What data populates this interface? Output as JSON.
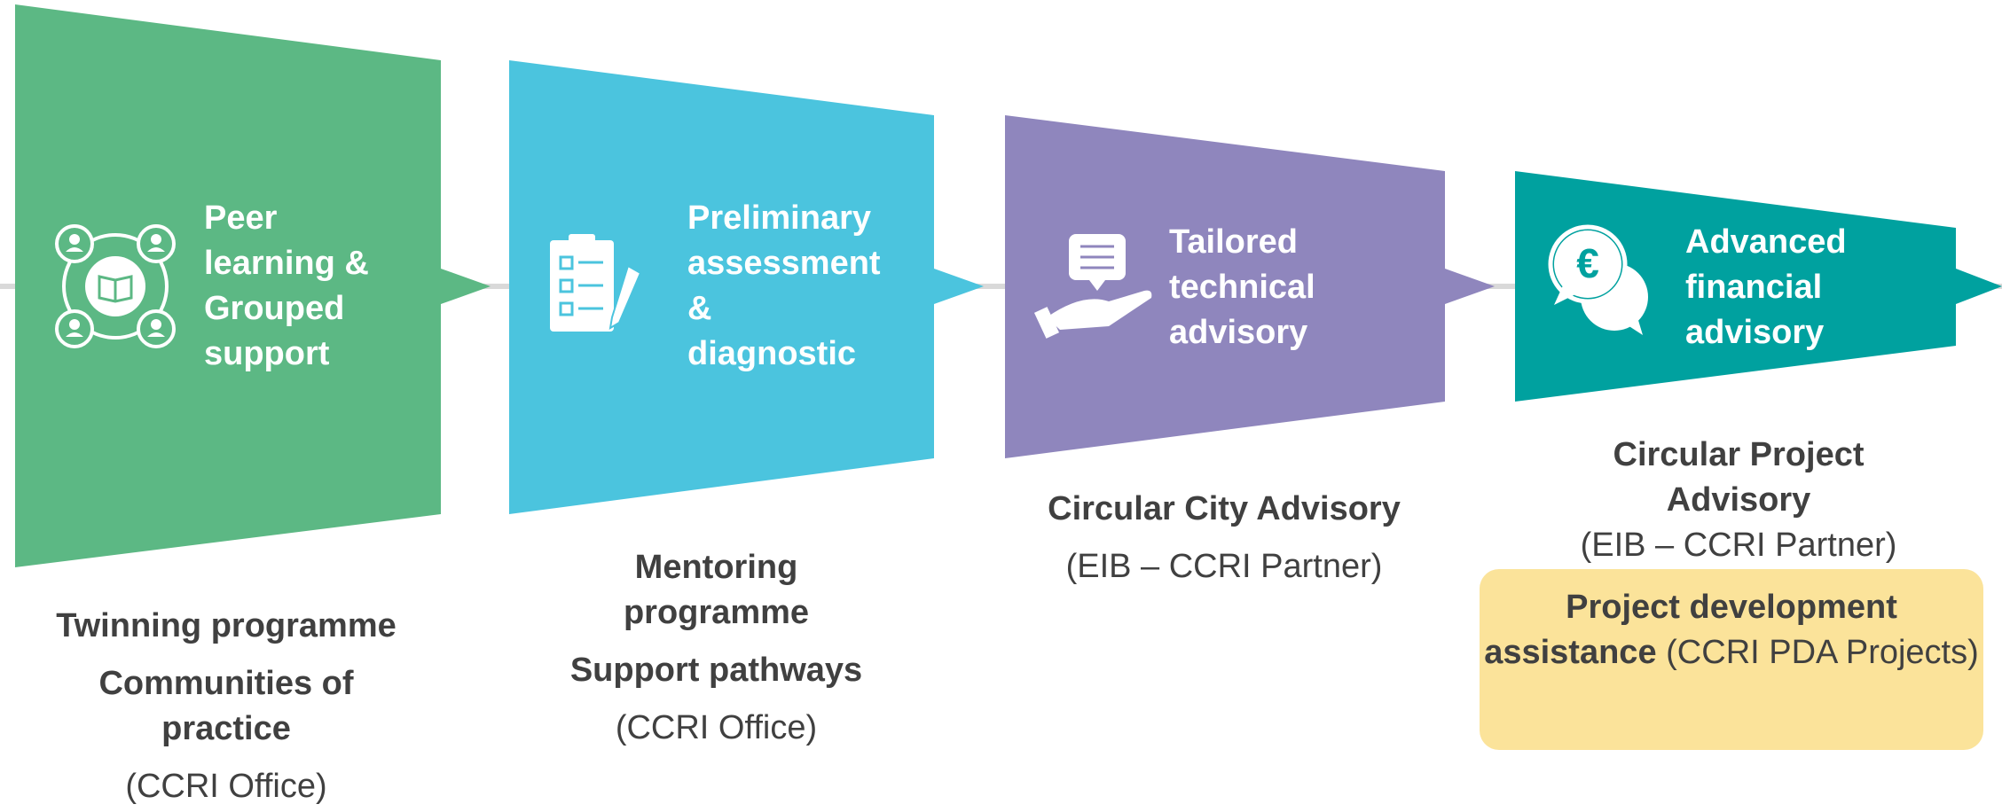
{
  "colors": {
    "stage1": "#5cb884",
    "stage2": "#4bc4de",
    "stage3": "#8f86bd",
    "stage4": "#00a19f",
    "connector": "#d9d9d9",
    "highlight": "#fbe39a",
    "caption_text": "#404040"
  },
  "stages": [
    {
      "title_lines": [
        "Peer",
        "learning &",
        "Grouped",
        "support"
      ],
      "icon": "peer-learning-icon",
      "caption": {
        "bold1": "Twinning programme",
        "bold2": "Communities of practice",
        "normal": "(CCRI Office)"
      }
    },
    {
      "title_lines": [
        "Preliminary",
        "assessment",
        "&",
        "diagnostic"
      ],
      "icon": "clipboard-checklist-icon",
      "caption": {
        "bold1": "Mentoring programme",
        "bold2": "Support pathways",
        "normal": "(CCRI Office)"
      }
    },
    {
      "title_lines": [
        "Tailored",
        "technical",
        "advisory"
      ],
      "icon": "hand-speech-bubble-icon",
      "caption": {
        "bold1": "Circular City Advisory",
        "normal": "(EIB – CCRI Partner)"
      }
    },
    {
      "title_lines": [
        "Advanced",
        "financial",
        "advisory"
      ],
      "icon": "euro-speech-bubble-icon",
      "caption": {
        "bold1": "Circular Project Advisory",
        "normal": "(EIB – CCRI Partner)"
      },
      "highlight": {
        "bold": "Project development assistance",
        "normal": " (CCRI PDA Projects)"
      }
    }
  ]
}
